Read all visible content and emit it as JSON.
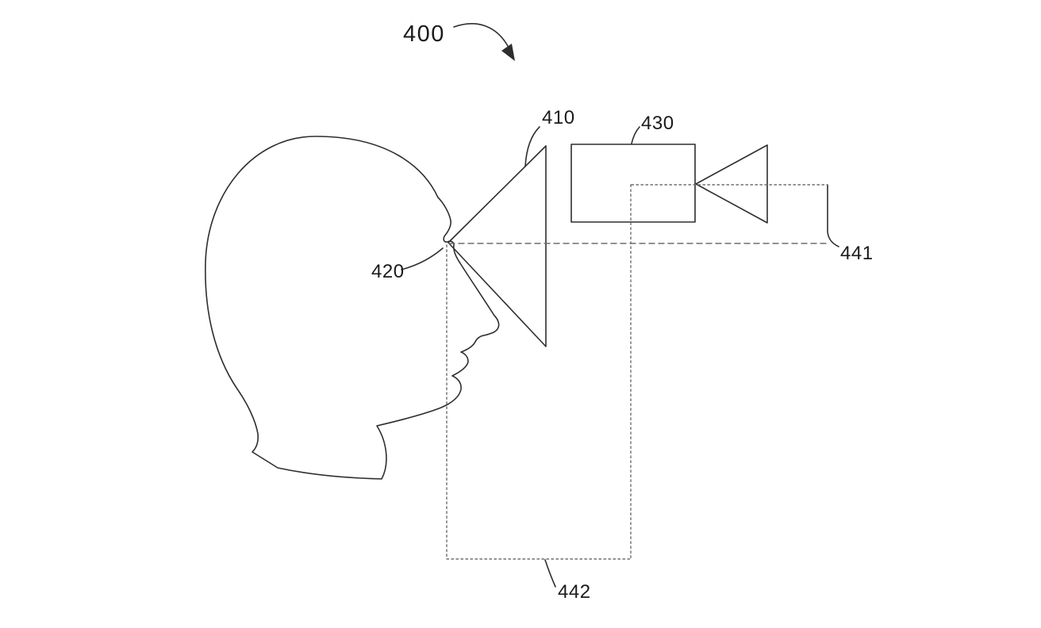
{
  "figure": {
    "labels": {
      "figure_number": "400",
      "cone": "410",
      "eye": "420",
      "device": "430",
      "region_right": "441",
      "region_bottom": "442"
    }
  },
  "colors": {
    "solid_line": "#2e2e2e",
    "dashed_line": "#6e6e6e",
    "text": "#1b1b1b",
    "background": "#ffffff"
  }
}
